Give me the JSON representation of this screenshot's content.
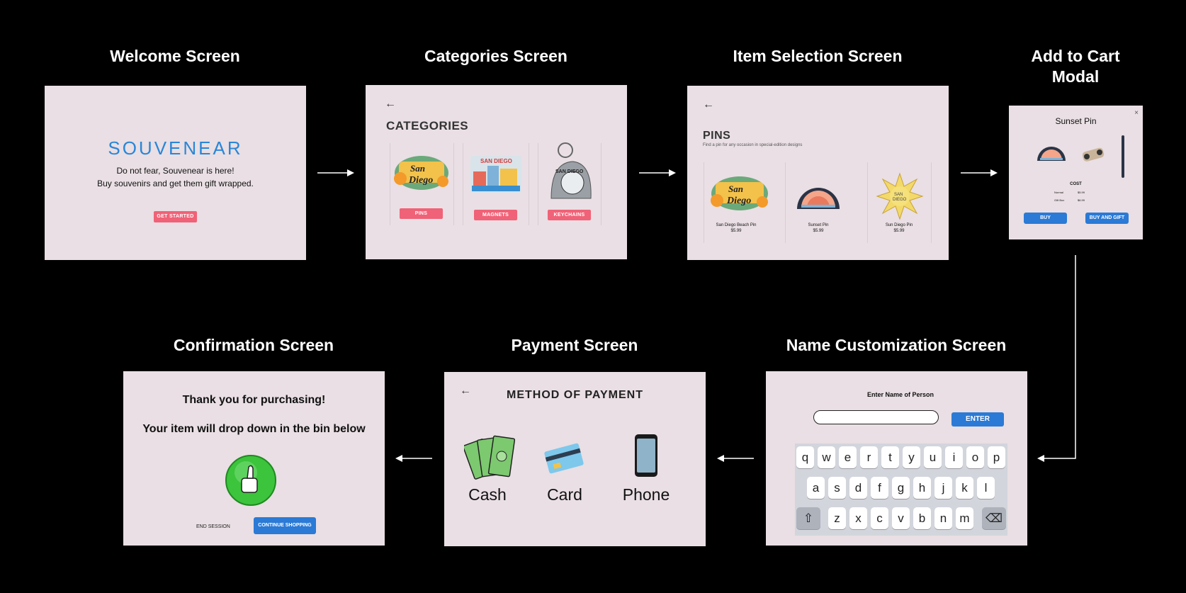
{
  "titles": {
    "welcome": "Welcome Screen",
    "categories": "Categories Screen",
    "item_selection": "Item Selection Screen",
    "add_to_cart_line1": "Add to Cart",
    "add_to_cart_line2": "Modal",
    "confirmation": "Confirmation Screen",
    "payment": "Payment Screen",
    "name_customization": "Name Customization Screen"
  },
  "welcome": {
    "brand": "SOUVENEAR",
    "line1": "Do not fear, Souvenear is here!",
    "line2": "Buy souvenirs and get them gift wrapped.",
    "button": "GET STARTED"
  },
  "categories": {
    "back": "←",
    "heading": "CATEGORIES",
    "items": [
      {
        "label": "PINS",
        "image_text1": "San",
        "image_text2": "Diego"
      },
      {
        "label": "MAGNETS",
        "image_text1": "SAN DIEGO"
      },
      {
        "label": "KEYCHAINS",
        "image_text1": "SAN DIEGO"
      }
    ]
  },
  "item_selection": {
    "back": "←",
    "heading": "PINS",
    "subtitle": "Find a pin for any occasion in special-edition designs",
    "items": [
      {
        "name": "San Diego Beach Pin",
        "price": "$5.99",
        "image_text1": "San",
        "image_text2": "Diego"
      },
      {
        "name": "Sunset Pin",
        "price": "$5.99"
      },
      {
        "name": "Sun Diego Pin",
        "price": "$5.99",
        "image_text1": "SAN",
        "image_text2": "DIEGO"
      }
    ]
  },
  "modal": {
    "close": "×",
    "title": "Sunset Pin",
    "cost_label": "COST",
    "rows": [
      {
        "label": "Normal",
        "price": "$5.99"
      },
      {
        "label": "Gift Box",
        "price": "$6.99"
      }
    ],
    "buy": "BUY",
    "buy_gift": "BUY AND GIFT"
  },
  "name_customization": {
    "prompt": "Enter Name of Person",
    "input_value": "",
    "enter": "ENTER",
    "row1": [
      "q",
      "w",
      "e",
      "r",
      "t",
      "y",
      "u",
      "i",
      "o",
      "p"
    ],
    "row2": [
      "a",
      "s",
      "d",
      "f",
      "g",
      "h",
      "j",
      "k",
      "l"
    ],
    "row3": [
      "z",
      "x",
      "c",
      "v",
      "b",
      "n",
      "m"
    ],
    "shift": "⇧",
    "delete": "⌫"
  },
  "payment": {
    "back": "←",
    "heading": "METHOD OF PAYMENT",
    "options": [
      "Cash",
      "Card",
      "Phone"
    ]
  },
  "confirmation": {
    "line1": "Thank you for purchasing!",
    "line2": "Your item will drop down in the bin below",
    "end": "END SESSION",
    "continue": "CONTINUE SHOPPING"
  },
  "colors": {
    "background": "#000000",
    "screen": "#e9dfe4",
    "accent_pink": "#f06277",
    "accent_blue": "#2a7ad6",
    "brand_blue": "#2a86d8"
  }
}
